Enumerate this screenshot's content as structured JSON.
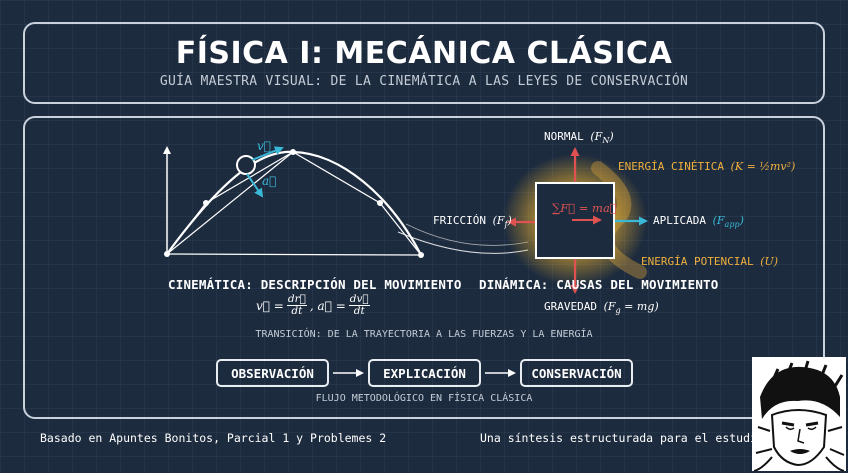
{
  "header": {
    "title": "FÍSICA I: MECÁNICA CLÁSICA",
    "subtitle": "GUÍA MAESTRA VISUAL: DE LA CINEMÁTICA A LAS LEYES DE CONSERVACIÓN"
  },
  "kinematics": {
    "title": "CINEMÁTICA: DESCRIPCIÓN DEL MOVIMIENTO",
    "velocity_symbol": "v⃗",
    "acceleration_symbol": "a⃗",
    "formula_v": "v⃗ =",
    "formula_v_num": "dr⃗",
    "formula_v_den": "dt",
    "formula_sep": ", a⃗ =",
    "formula_a_num": "dv⃗",
    "formula_a_den": "dt"
  },
  "dynamics": {
    "title": "DINÁMICA: CAUSAS DEL MOVIMIENTO",
    "box_equation": "∑F⃗ = ma⃗",
    "normal_label": "NORMAL",
    "normal_symbol": "(F",
    "normal_sub": "N",
    "friction_label": "FRICCIÓN",
    "friction_symbol": "(F",
    "friction_sub": "f",
    "applied_label": "APLICADA",
    "applied_symbol": "(F",
    "applied_sub": "app",
    "gravity_label": "GRAVEDAD",
    "gravity_symbol": "(F",
    "gravity_sub": "g",
    "gravity_eq": " = mg)",
    "kinetic_label": "ENERGÍA CINÉTICA",
    "kinetic_formula": "(K = ½mv²)",
    "potential_label": "ENERGÍA POTENCIAL",
    "potential_formula": "(U)"
  },
  "transition": "TRANSICIÓN: DE LA TRAYECTORIA A LAS FUERZAS Y LA ENERGÍA",
  "flow": {
    "steps": [
      "OBSERVACIÓN",
      "EXPLICACIÓN",
      "CONSERVACIÓN"
    ],
    "caption": "FLUJO METODOLÓGICO EN FÍSICA CLÁSICA"
  },
  "footer": {
    "left": "Basado en Apuntes Bonitos, Parcial 1 y Problemes 2",
    "right": "Una síntesis estructurada para el estudio de i"
  },
  "colors": {
    "background": "#1d2b3e",
    "accent_cyan": "#3ab8d8",
    "accent_red": "#e05252",
    "accent_orange": "#f0b03c",
    "glow": "#f5c542"
  }
}
